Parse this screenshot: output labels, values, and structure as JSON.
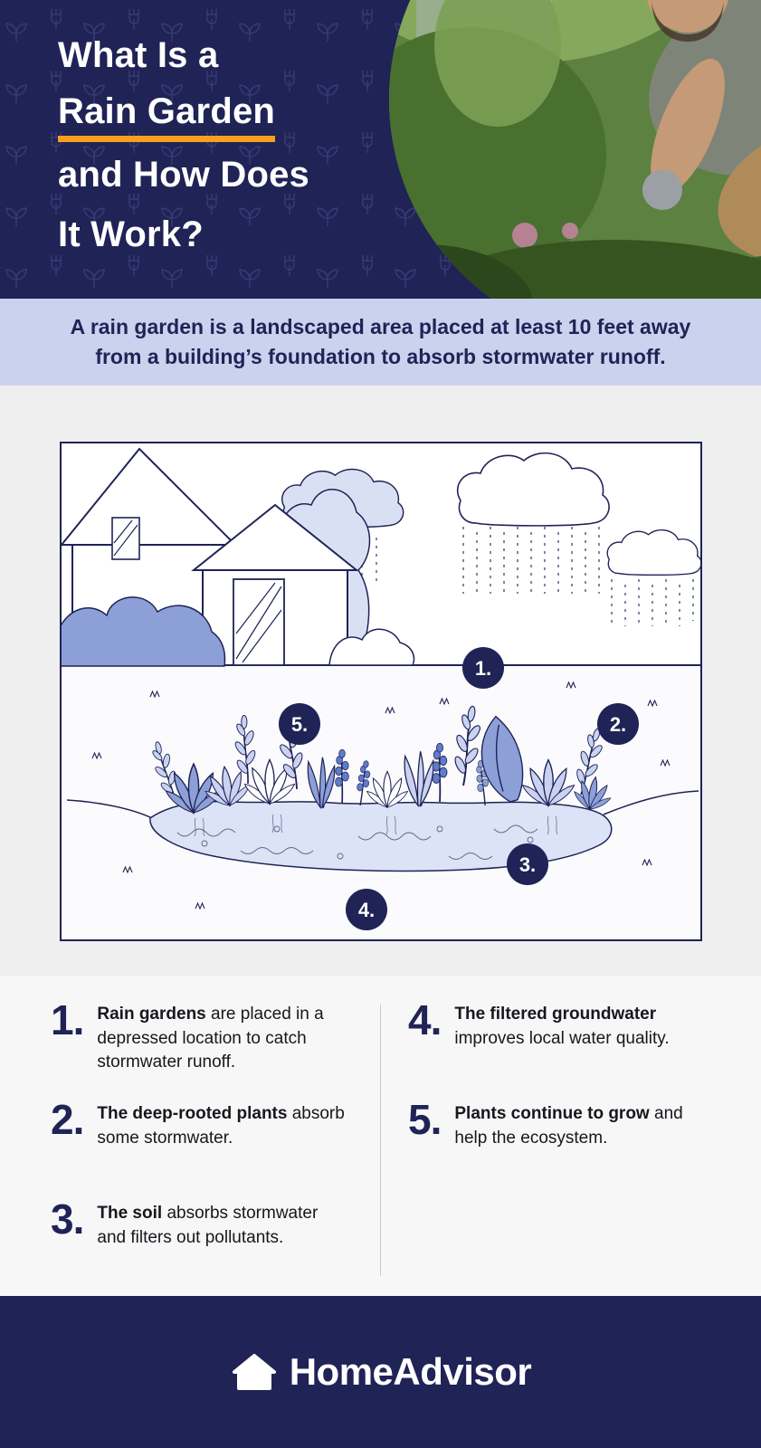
{
  "colors": {
    "navy": "#1F2356",
    "accent_orange": "#F5A11C",
    "lavender_band": "#CBD2EE",
    "section_gray": "#EFEFF0",
    "periwinkle": "#8CA0D7",
    "periwinkle_light": "#D9E0F4"
  },
  "header": {
    "title_lines": [
      "What Is a",
      "Rain Garden",
      "and How Does",
      "It Work?"
    ]
  },
  "intro": {
    "text": "A rain garden is a landscaped area placed at least 10 feet away from a building’s foundation to absorb stormwater runoff."
  },
  "diagram": {
    "badges": [
      "1.",
      "2.",
      "3.",
      "4.",
      "5."
    ]
  },
  "steps": {
    "left": [
      {
        "num": "1.",
        "bold": "Rain gardens",
        "rest": " are placed in a depressed location to catch stormwater runoff."
      },
      {
        "num": "2.",
        "bold": "The deep-rooted plants",
        "rest": " absorb some stormwater."
      },
      {
        "num": "3.",
        "bold": "The soil",
        "rest": " absorbs stormwater and filters out pollutants."
      }
    ],
    "right": [
      {
        "num": "4.",
        "bold": "The filtered groundwater",
        "rest": " improves local water quality."
      },
      {
        "num": "5.",
        "bold": "Plants continue to grow",
        "rest": " and help the ecosystem."
      }
    ]
  },
  "footer": {
    "logo_text": "HomeAdvisor",
    "icon": "home-icon"
  }
}
